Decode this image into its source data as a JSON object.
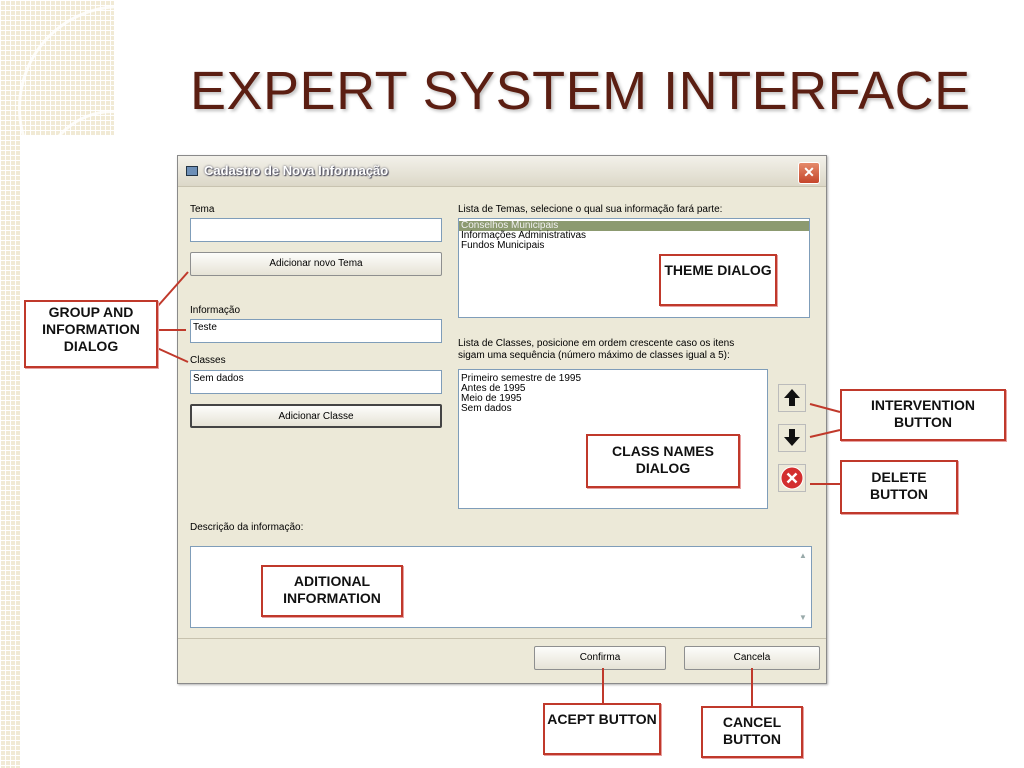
{
  "slide": {
    "title": "EXPERT SYSTEM INTERFACE"
  },
  "window": {
    "title": "Cadastro de Nova Informação",
    "close_label": "✕"
  },
  "left": {
    "tema_label": "Tema",
    "tema_value": "",
    "add_tema_label": "Adicionar novo Tema",
    "informacao_label": "Informação",
    "informacao_value": "Teste",
    "classes_label": "Classes",
    "classes_value": "Sem dados",
    "add_classe_label": "Adicionar Classe"
  },
  "themes": {
    "label": "Lista de Temas, selecione o qual sua informação fará parte:",
    "items": [
      "Conselhos Municipais",
      "Informações Administrativas",
      "Fundos Municipais"
    ],
    "selected_index": 0
  },
  "classes": {
    "label_line1": "Lista de Classes, posicione em ordem crescente caso os itens",
    "label_line2": "sigam uma sequência (número máximo de classes igual a 5):",
    "items": [
      "Primeiro semestre de 1995",
      "Antes de 1995",
      "Meio de 1995",
      "Sem dados"
    ]
  },
  "description": {
    "label": "Descrição da informação:",
    "value": ""
  },
  "footer": {
    "confirm_label": "Confirma",
    "cancel_label": "Cancela"
  },
  "annotations": {
    "group_info": "GROUP AND INFORMATION DIALOG",
    "theme": "THEME DIALOG",
    "class_names": "CLASS NAMES DIALOG",
    "intervention": "INTERVENTION BUTTON",
    "delete": "DELETE BUTTON",
    "aditional": "ADITIONAL INFORMATION",
    "acept": "ACEPT BUTTON",
    "cancel": "CANCEL BUTTON"
  },
  "icons": {
    "move_up": "arrow-up-icon",
    "move_down": "arrow-down-icon",
    "delete": "delete-x-icon",
    "window": "window-icon"
  },
  "colors": {
    "title": "#5b1e12",
    "annotation_border": "#c0392b",
    "selected_item": "#8c9a70",
    "delete_red": "#d32f2f"
  }
}
